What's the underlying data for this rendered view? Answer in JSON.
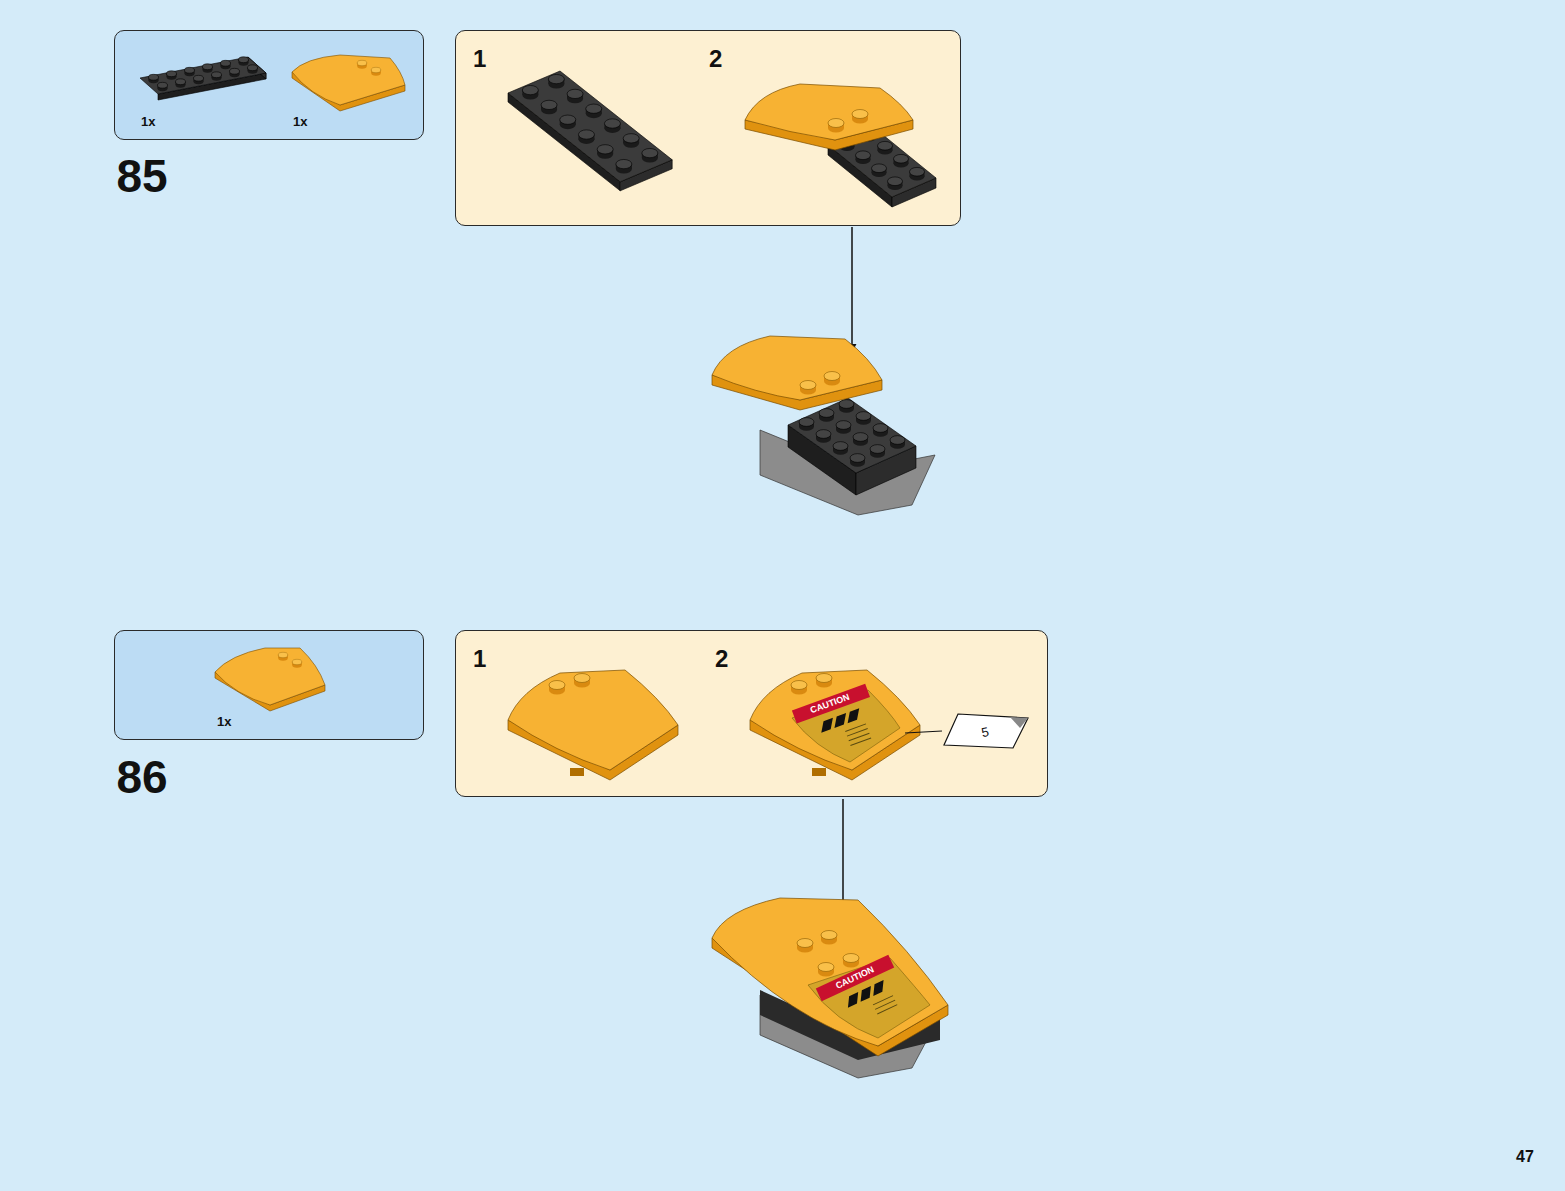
{
  "diagram": {
    "nodes": [
      {
        "text": [
          "1x",
          "1x"
        ]
      },
      {
        "text": [
          "1",
          "2"
        ]
      },
      {
        "text": [
          "1x"
        ]
      },
      {
        "text": [
          "1",
          "2"
        ]
      }
    ],
    "labels": [
      "85",
      "86",
      "CAUTION",
      "5",
      "CAUTION",
      "47"
    ]
  }
}
